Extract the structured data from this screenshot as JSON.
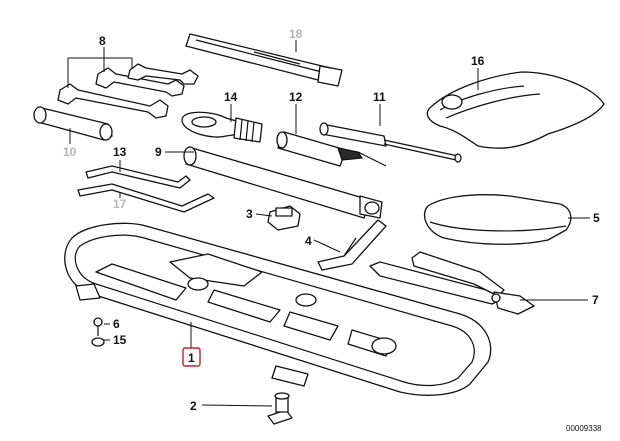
{
  "diagram": {
    "labels": [
      {
        "id": "l8",
        "text": "8",
        "grey": false
      },
      {
        "id": "l18",
        "text": "18",
        "grey": true
      },
      {
        "id": "l16",
        "text": "16",
        "grey": false
      },
      {
        "id": "l14",
        "text": "14",
        "grey": false
      },
      {
        "id": "l12",
        "text": "12",
        "grey": false
      },
      {
        "id": "l11",
        "text": "11",
        "grey": false
      },
      {
        "id": "l10",
        "text": "10",
        "grey": true
      },
      {
        "id": "l9",
        "text": "9",
        "grey": false
      },
      {
        "id": "l13",
        "text": "13",
        "grey": false
      },
      {
        "id": "l17",
        "text": "17",
        "grey": true
      },
      {
        "id": "l3",
        "text": "3",
        "grey": false
      },
      {
        "id": "l5",
        "text": "5",
        "grey": false
      },
      {
        "id": "l4",
        "text": "4",
        "grey": false
      },
      {
        "id": "l7",
        "text": "7",
        "grey": false
      },
      {
        "id": "l6",
        "text": "6",
        "grey": false
      },
      {
        "id": "l15",
        "text": "15",
        "grey": false
      },
      {
        "id": "l1",
        "text": "1",
        "grey": false,
        "highlighted": true
      },
      {
        "id": "l2",
        "text": "2",
        "grey": false
      }
    ],
    "reference_number": "00009338",
    "highlight_color": "#c0202a",
    "grey_label_color": "#b4b4b4"
  }
}
